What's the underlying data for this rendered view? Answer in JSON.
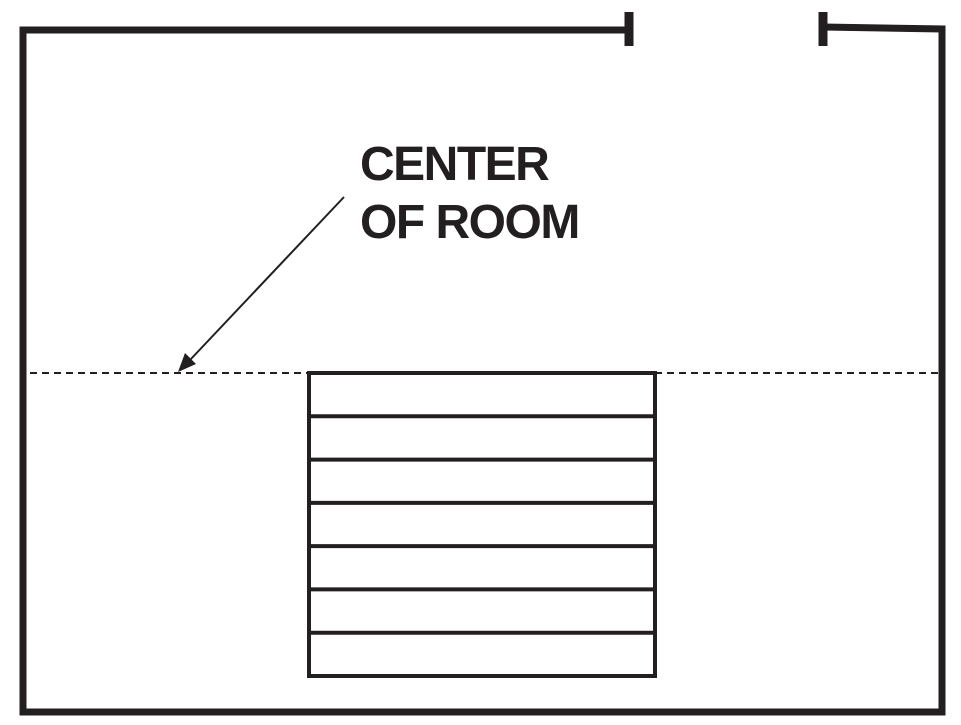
{
  "callout": {
    "line1": "CENTER",
    "line2": "OF ROOM"
  },
  "colors": {
    "ink": "#231f20",
    "background": "#ffffff"
  },
  "rug": {
    "stripe_count": 7
  }
}
